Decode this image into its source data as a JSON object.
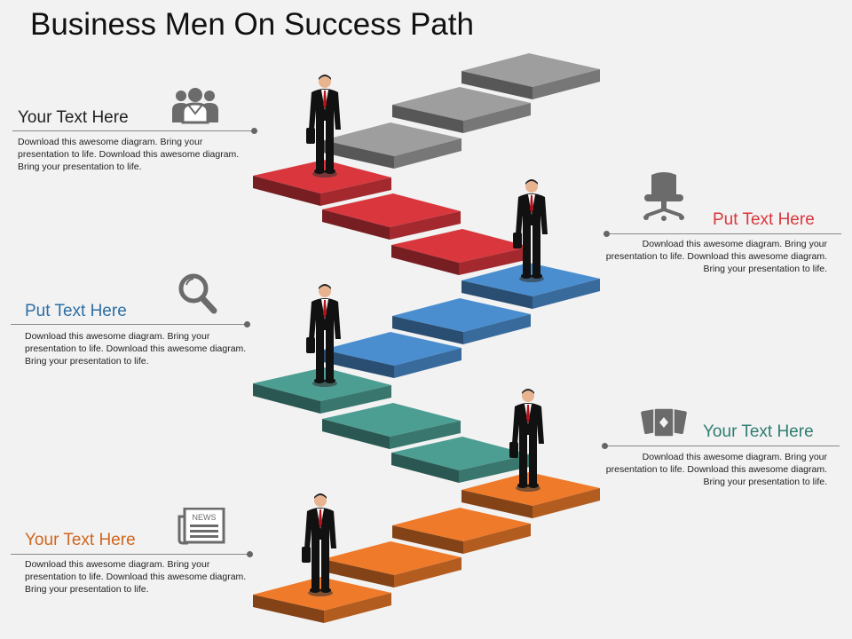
{
  "title": "Business Men On Success Path",
  "colors": {
    "gray": "#9e9e9e",
    "red": "#d9373d",
    "blue": "#4a8ed0",
    "teal": "#4c9e93",
    "orange": "#ef7a2a"
  },
  "blocks": [
    {
      "heading": "Your Text Here",
      "heading_color": "#222222",
      "body": "Download this awesome diagram. Bring your presentation to life. Download this awesome diagram. Bring your presentation to life.",
      "icon": "users-group-icon"
    },
    {
      "heading": "Put Text Here",
      "heading_color": "#d9373d",
      "body": "Download this awesome diagram. Bring your presentation to life. Download this awesome diagram. Bring your presentation to life.",
      "icon": "office-chair-icon"
    },
    {
      "heading": "Put Text Here",
      "heading_color": "#2e6fa5",
      "body": "Download this awesome diagram. Bring your presentation to life. Download this awesome diagram. Bring your presentation to life.",
      "icon": "magnifier-icon"
    },
    {
      "heading": "Your Text Here",
      "heading_color": "#2e7d72",
      "body": "Download this awesome diagram. Bring your presentation to life. Download this awesome diagram. Bring your presentation to life.",
      "icon": "playing-cards-icon"
    },
    {
      "heading": "Your Text Here",
      "heading_color": "#d0661e",
      "body": "Download this awesome diagram. Bring your presentation to life. Download this awesome diagram. Bring your presentation to life.",
      "icon": "newspaper-icon"
    }
  ],
  "news_icon_text": "NEWS"
}
